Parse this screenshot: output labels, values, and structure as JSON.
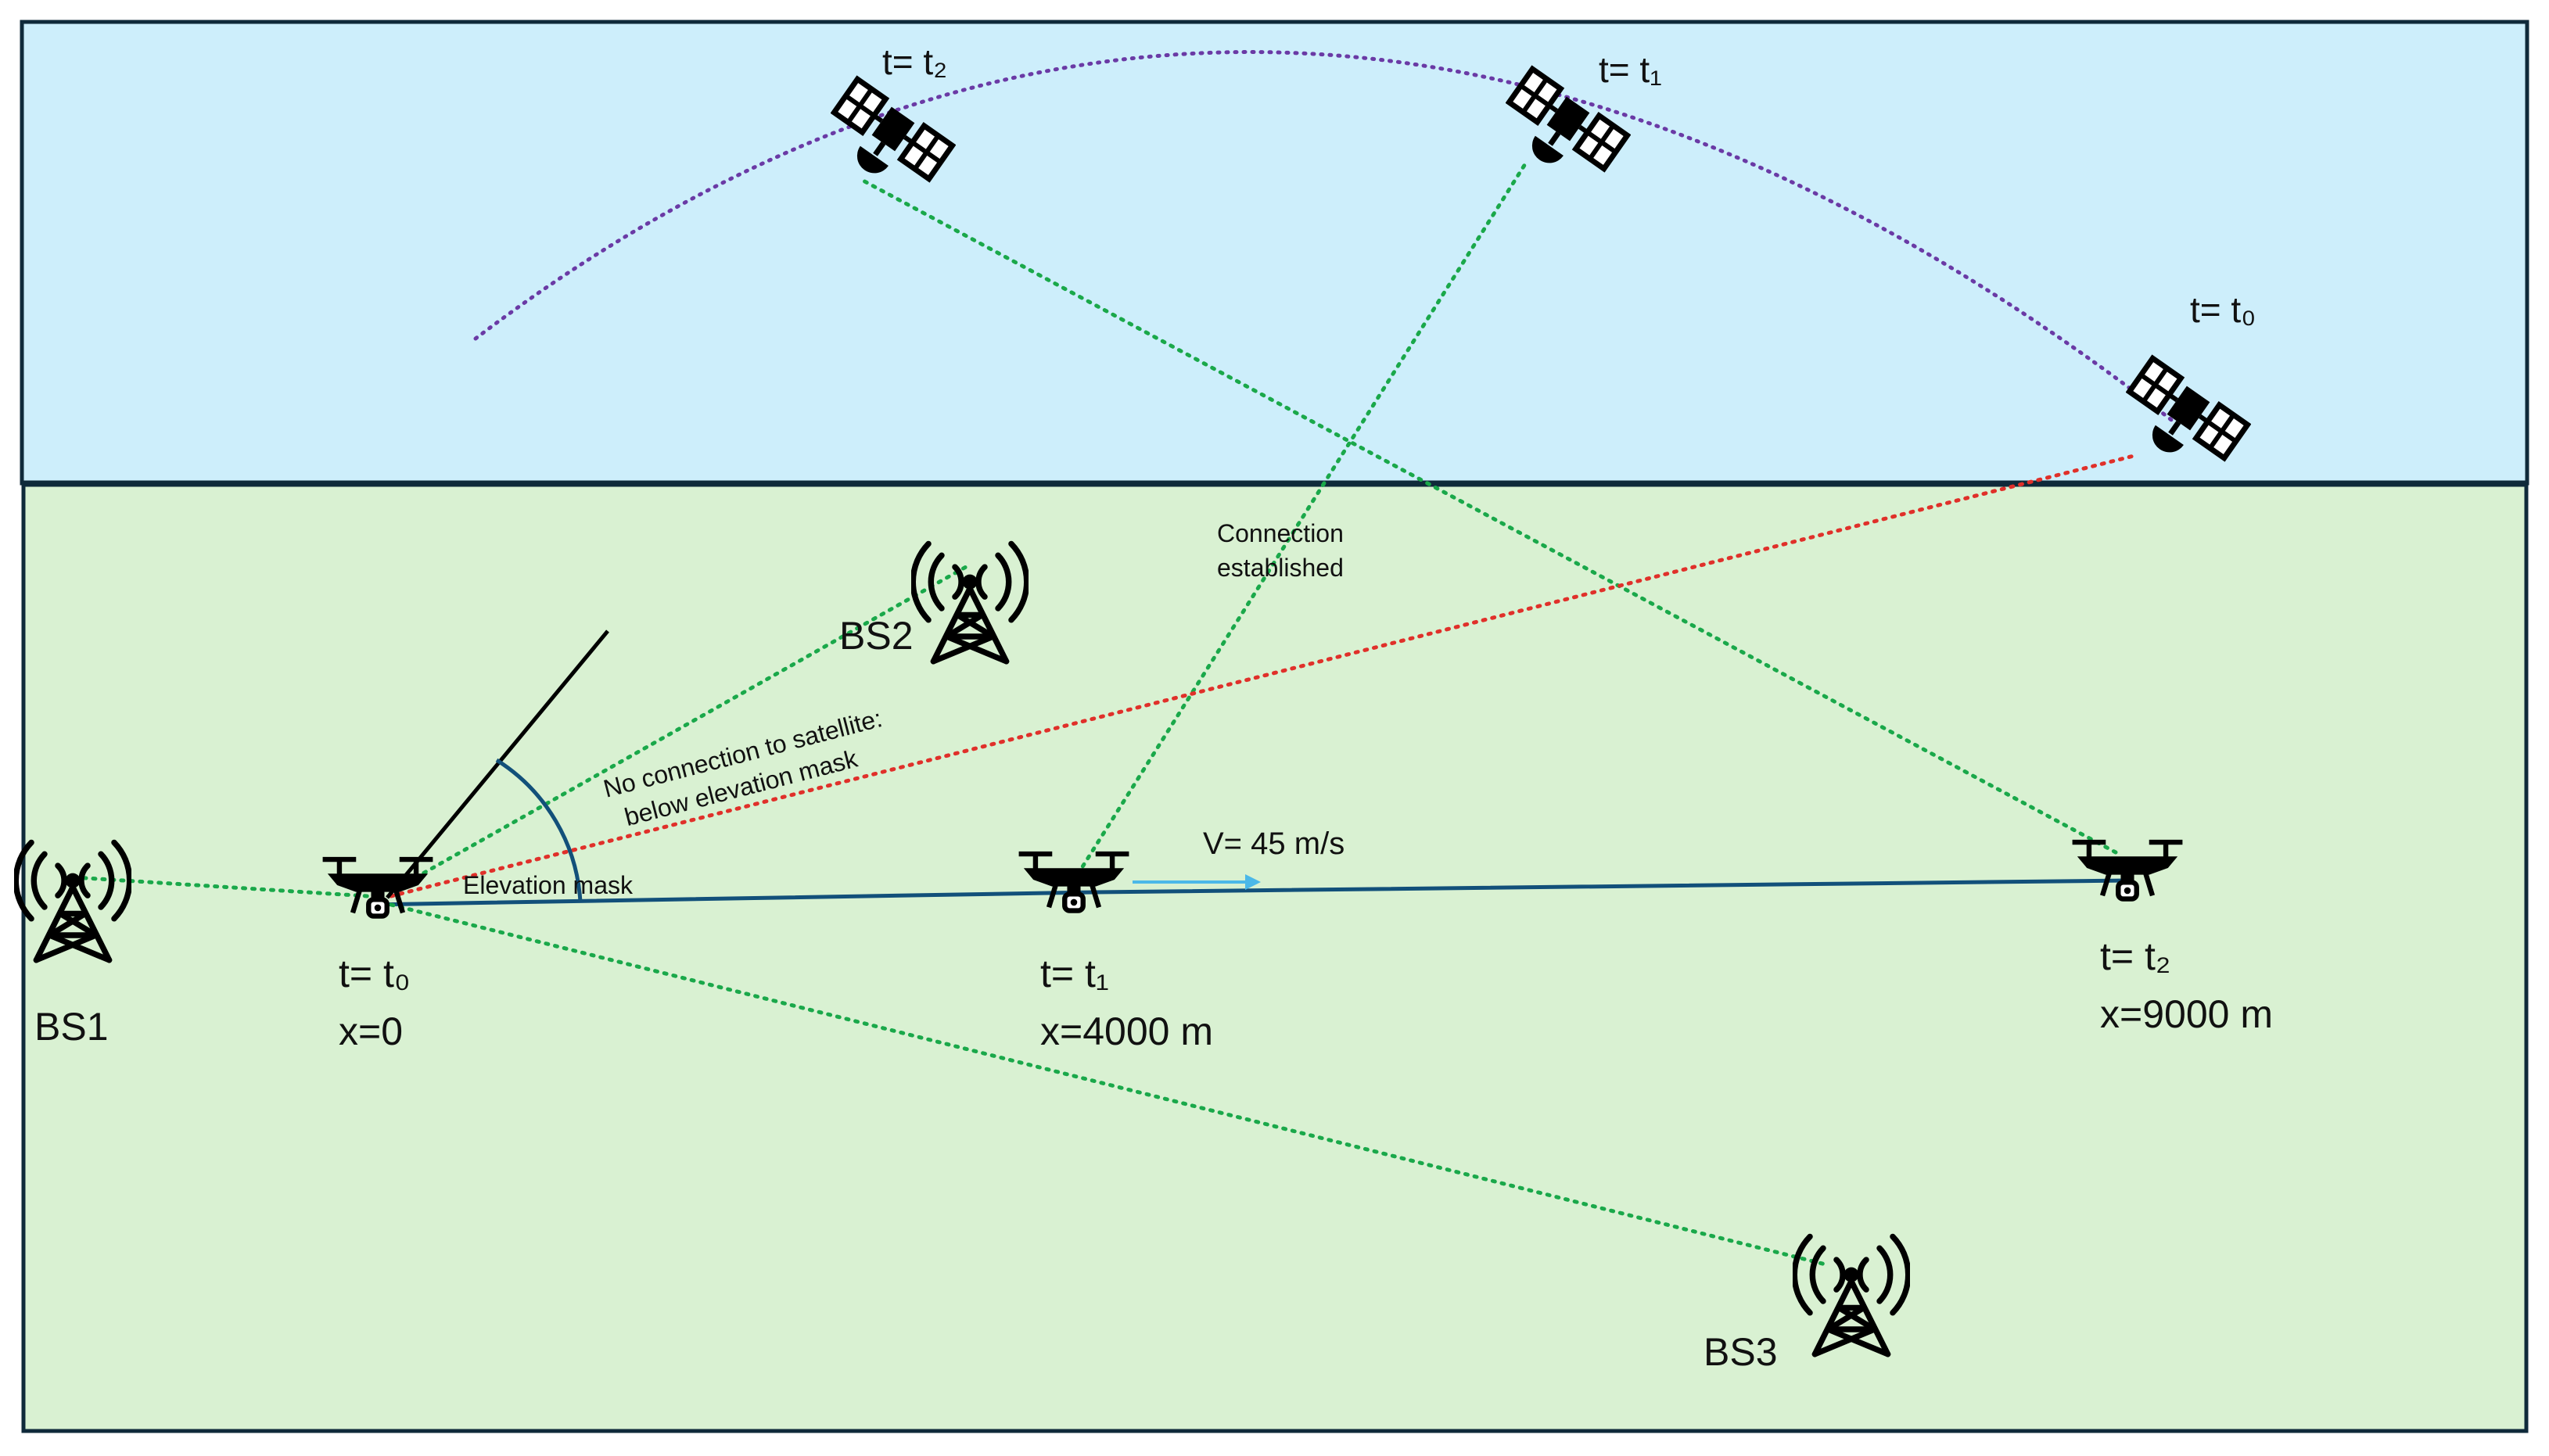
{
  "colors": {
    "sky": "#cdeefb",
    "ground": "#d9f1d2",
    "frame": "#0f2a3a",
    "link_ok": "#1aa84a",
    "link_blocked": "#e0302a",
    "orbit": "#6a3aa5",
    "trajectory": "#12507a",
    "velocity_arrow": "#4bb8e8"
  },
  "satellites": [
    {
      "time_label": "t= t₂",
      "icon": "satellite-icon"
    },
    {
      "time_label": "t= t₁",
      "icon": "satellite-icon"
    },
    {
      "time_label": "t= t₀",
      "icon": "satellite-icon"
    }
  ],
  "drones": [
    {
      "time_label": "t= t₀",
      "position_label": "x=0",
      "icon": "drone-icon"
    },
    {
      "time_label": "t= t₁",
      "position_label": "x=4000 m",
      "icon": "drone-icon"
    },
    {
      "time_label": "t= t₂",
      "position_label": "x=9000 m",
      "icon": "drone-icon"
    }
  ],
  "base_stations": [
    {
      "label": "BS1",
      "icon": "cell-tower-icon"
    },
    {
      "label": "BS2",
      "icon": "cell-tower-icon"
    },
    {
      "label": "BS3",
      "icon": "cell-tower-icon"
    }
  ],
  "annotations": {
    "velocity": "V= 45 m/s",
    "elevation_mask": "Elevation mask",
    "no_connection_line1": "No connection to satellite:",
    "no_connection_line2": "below elevation mask",
    "connection_line1": "Connection",
    "connection_line2": "established"
  }
}
